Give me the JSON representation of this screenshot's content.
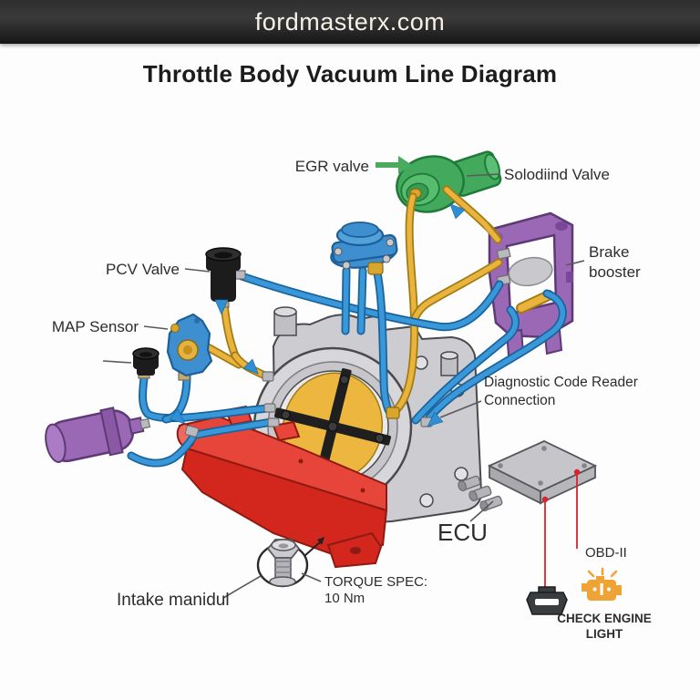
{
  "header": {
    "site": "fordmasterx.com"
  },
  "title": "Throttle Body Vacuum Line Diagram",
  "labels": {
    "egr": "EGR valve",
    "solenoid": "Solodiind Valve",
    "pcv": "PCV Valve",
    "map": "MAP Sensor",
    "brake_line1": "Brake",
    "brake_line2": "booster",
    "diag_line1": "Diagnostic Code Reader",
    "diag_line2": "Connection",
    "ecu": "ECU",
    "obd": "OBD-II",
    "intake": "Intake manidul",
    "torque_line1": "TORQUE SPEC:",
    "torque_line2": "10 Nm",
    "cel_line1": "CHECK ENGINE",
    "cel_line2": "LIGHT"
  },
  "colors": {
    "header_bg": "#2a2a2a",
    "header_text": "#f6f1e7",
    "title_text": "#1c1c1c",
    "label_text": "#2d2d2d",
    "hose_blue": "#3b98d8",
    "hose_yellow": "#e9b33c",
    "egr_green": "#43a95c",
    "booster_purple": "#9a68b4",
    "manifold_red": "#e0392e",
    "throttle_body_gray": "#cdcdd1",
    "butterfly_yellow": "#edb73f",
    "wire_red": "#d8232a",
    "warning_orange": "#f0a335"
  }
}
